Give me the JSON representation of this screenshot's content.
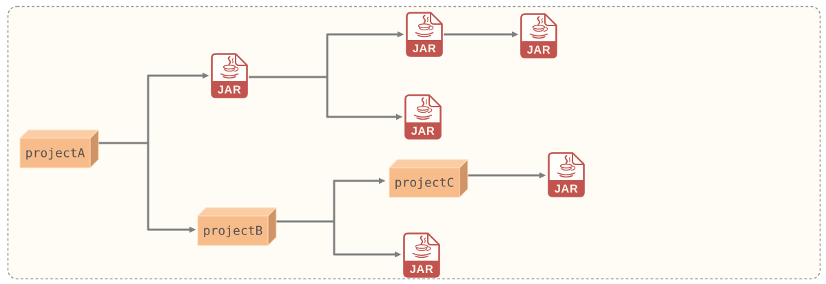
{
  "diagram": {
    "type": "dependency-tree",
    "canvas": {
      "background": "#fffcf5",
      "border_color": "#9a9a9a",
      "border_style": "dashed"
    },
    "colors": {
      "box_front": "#f8bb8a",
      "box_top": "#fbcda4",
      "box_side": "#d09467",
      "box_text": "#525252",
      "jar_red": "#c2544f",
      "jar_text": "#fbf5ea",
      "edge": "#7f7f7f"
    },
    "nodes": [
      {
        "id": "projectA",
        "kind": "project-box",
        "label": "projectA"
      },
      {
        "id": "jarA1",
        "kind": "jar-file",
        "icon": "java-jar-icon",
        "label": "JAR"
      },
      {
        "id": "jarA1a",
        "kind": "jar-file",
        "icon": "java-jar-icon",
        "label": "JAR"
      },
      {
        "id": "jarA1b",
        "kind": "jar-file",
        "icon": "java-jar-icon",
        "label": "JAR"
      },
      {
        "id": "jarA1a1",
        "kind": "jar-file",
        "icon": "java-jar-icon",
        "label": "JAR"
      },
      {
        "id": "projectB",
        "kind": "project-box",
        "label": "projectB"
      },
      {
        "id": "projectC",
        "kind": "project-box",
        "label": "projectC"
      },
      {
        "id": "jarB1",
        "kind": "jar-file",
        "icon": "java-jar-icon",
        "label": "JAR"
      },
      {
        "id": "jarC1",
        "kind": "jar-file",
        "icon": "java-jar-icon",
        "label": "JAR"
      }
    ],
    "edges": [
      {
        "from": "projectA",
        "to": "jarA1"
      },
      {
        "from": "projectA",
        "to": "projectB"
      },
      {
        "from": "jarA1",
        "to": "jarA1a"
      },
      {
        "from": "jarA1",
        "to": "jarA1b"
      },
      {
        "from": "jarA1a",
        "to": "jarA1a1"
      },
      {
        "from": "projectB",
        "to": "projectC"
      },
      {
        "from": "projectB",
        "to": "jarB1"
      },
      {
        "from": "projectC",
        "to": "jarC1"
      }
    ]
  }
}
